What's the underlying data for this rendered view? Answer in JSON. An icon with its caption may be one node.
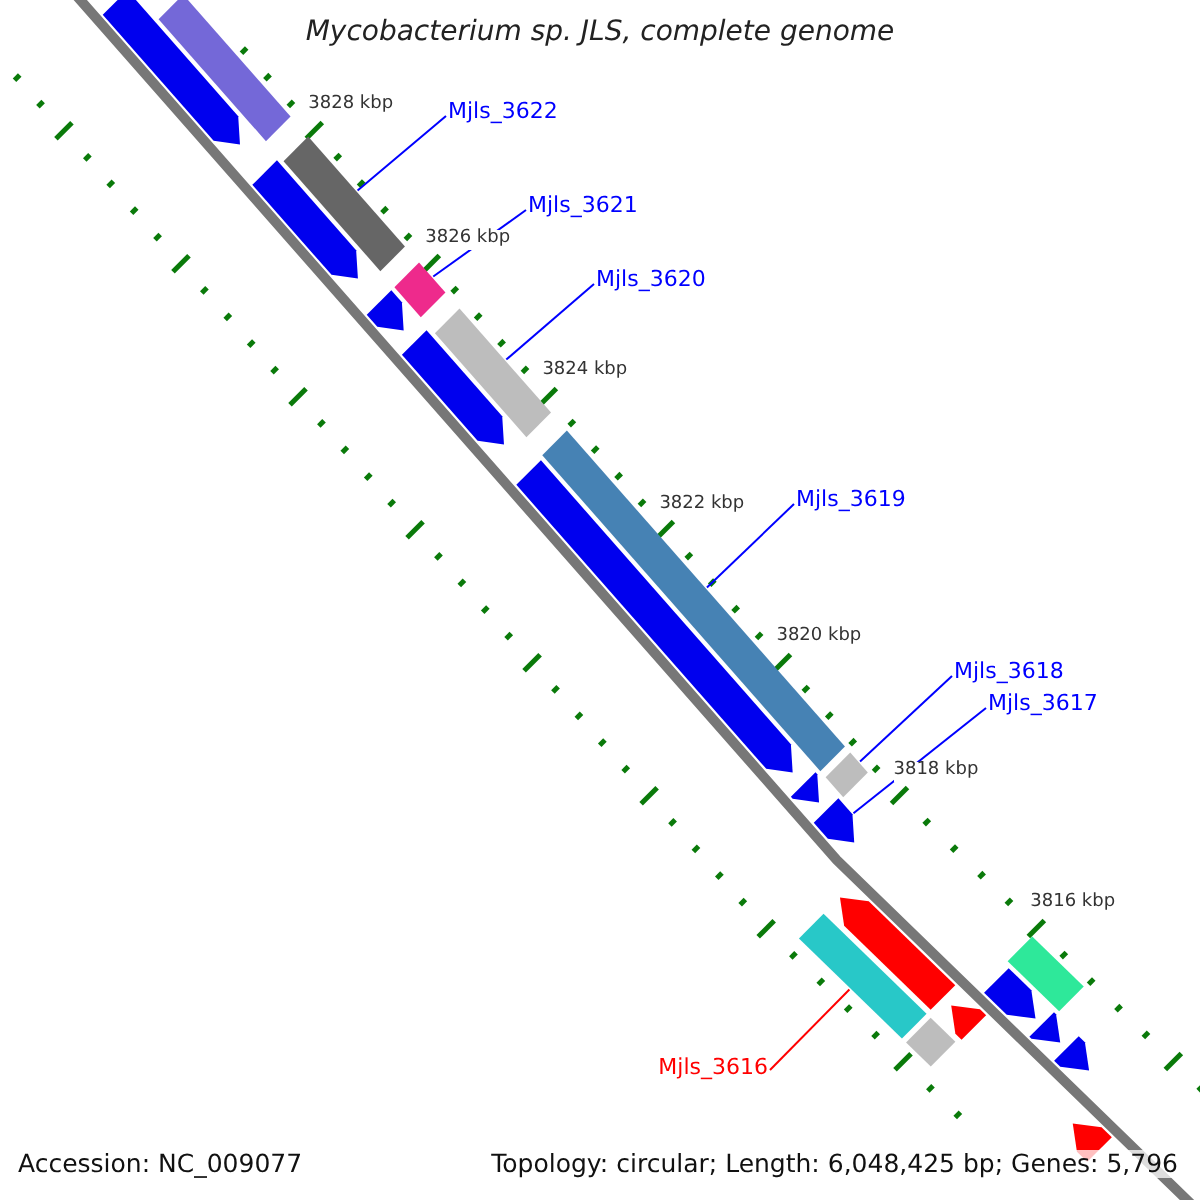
{
  "diagram": {
    "title": "Mycobacterium sp. JLS, complete genome",
    "nodes": [
      {
        "text": [
          "Mjls_3622"
        ]
      },
      {
        "text": [
          "Mjls_3621"
        ]
      },
      {
        "text": [
          "Mjls_3620"
        ]
      },
      {
        "text": [
          "Mjls_3619"
        ]
      },
      {
        "text": [
          "Mjls_3618"
        ]
      },
      {
        "text": [
          "Mjls_3617"
        ]
      },
      {
        "text": [
          "Mjls_3616"
        ]
      },
      {
        "text": [],
        "shape": "bar"
      },
      {
        "text": [],
        "shape": "pentagon"
      },
      {
        "text": [],
        "shape": "pentagon"
      },
      {
        "text": [],
        "shape": "bar"
      },
      {
        "text": [],
        "shape": "bar"
      },
      {
        "text": [],
        "shape": "pentagon"
      },
      {
        "text": [],
        "shape": "pentagon"
      },
      {
        "text": [],
        "shape": "bar"
      },
      {
        "text": [],
        "shape": "bar"
      },
      {
        "text": [],
        "shape": "pentagon"
      },
      {
        "text": [],
        "shape": "pentagon"
      },
      {
        "text": [],
        "shape": "bar"
      },
      {
        "text": [],
        "shape": "pentagon"
      },
      {
        "text": [],
        "shape": "pentagon"
      },
      {
        "text": [],
        "shape": "bar"
      },
      {
        "text": [],
        "shape": "bar"
      },
      {
        "text": [],
        "shape": "pentagon"
      },
      {
        "text": [],
        "shape": "bar"
      },
      {
        "text": [],
        "shape": "pentagon"
      },
      {
        "text": [],
        "shape": "pentagon"
      },
      {
        "text": [],
        "shape": "pentagon"
      },
      {
        "text": [],
        "shape": "pentagon"
      }
    ],
    "edges": [
      {
        "from": 0,
        "to": 10,
        "arrow": "none"
      },
      {
        "from": 1,
        "to": 11,
        "arrow": "none"
      },
      {
        "from": 2,
        "to": 14,
        "arrow": "none"
      },
      {
        "from": 3,
        "to": 15,
        "arrow": "none"
      },
      {
        "from": 4,
        "to": 18,
        "arrow": "none"
      },
      {
        "from": 5,
        "to": 19,
        "arrow": "none"
      },
      {
        "from": 6,
        "to": 21,
        "arrow": "none",
        "color": "#ff0000"
      }
    ],
    "labels": [
      "3828 kbp",
      "3826 kbp",
      "3824 kbp",
      "3822 kbp",
      "3820 kbp",
      "3818 kbp",
      "3816 kbp",
      "Accession: NC_009077",
      "Topology: circular; Length: 6,048,425 bp; Genes: 5,796"
    ]
  }
}
